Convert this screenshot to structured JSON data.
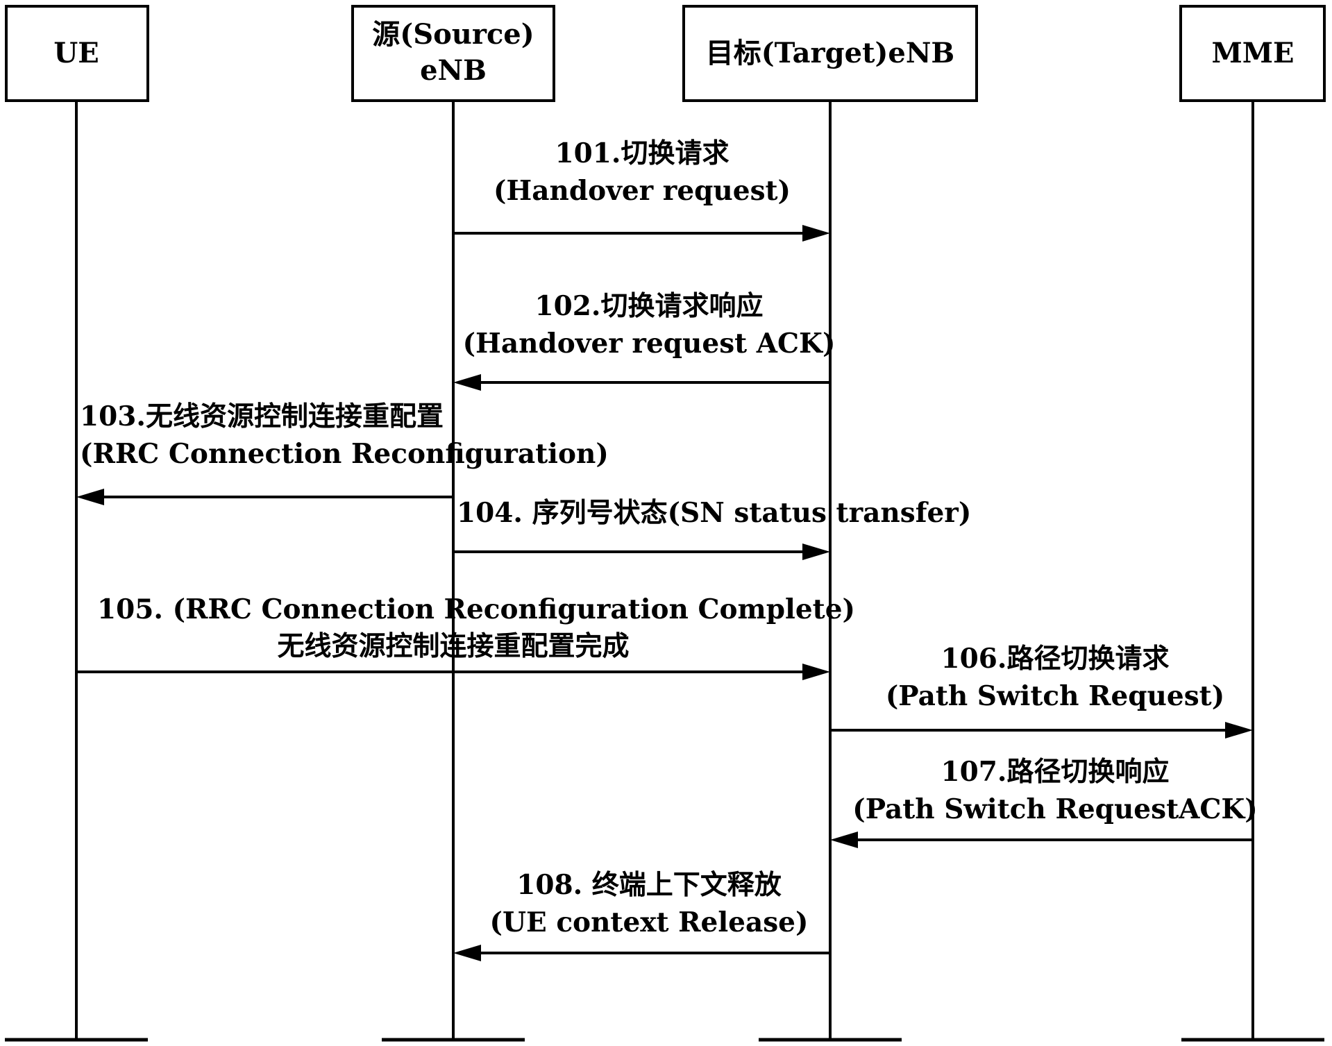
{
  "actors": [
    {
      "id": "ue",
      "lines": [
        "UE"
      ]
    },
    {
      "id": "source-enb",
      "lines": [
        "源(Source)",
        "eNB"
      ]
    },
    {
      "id": "target-enb",
      "lines": [
        "目标(Target)eNB"
      ]
    },
    {
      "id": "mme",
      "lines": [
        "MME"
      ]
    }
  ],
  "messages": [
    {
      "id": "101",
      "from": "source-enb",
      "to": "target-enb",
      "lines": [
        "101.切换请求",
        "(Handover request)"
      ]
    },
    {
      "id": "102",
      "from": "target-enb",
      "to": "source-enb",
      "lines": [
        "102.切换请求响应",
        "(Handover request ACK)"
      ]
    },
    {
      "id": "103",
      "from": "source-enb",
      "to": "ue",
      "lines": [
        "103.无线资源控制连接重配置",
        "(RRC Connection Reconfiguration)"
      ]
    },
    {
      "id": "104",
      "from": "source-enb",
      "to": "target-enb",
      "lines": [
        "104. 序列号状态(SN status transfer)"
      ]
    },
    {
      "id": "105",
      "from": "ue",
      "to": "target-enb",
      "lines": [
        "105. (RRC Connection Reconfiguration Complete)",
        "无线资源控制连接重配置完成"
      ]
    },
    {
      "id": "106",
      "from": "target-enb",
      "to": "mme",
      "lines": [
        "106.路径切换请求",
        "(Path Switch Request)"
      ]
    },
    {
      "id": "107",
      "from": "mme",
      "to": "target-enb",
      "lines": [
        "107.路径切换响应",
        "(Path Switch RequestACK)"
      ]
    },
    {
      "id": "108",
      "from": "target-enb",
      "to": "source-enb",
      "lines": [
        "108. 终端上下文释放",
        "(UE context Release)"
      ]
    }
  ]
}
